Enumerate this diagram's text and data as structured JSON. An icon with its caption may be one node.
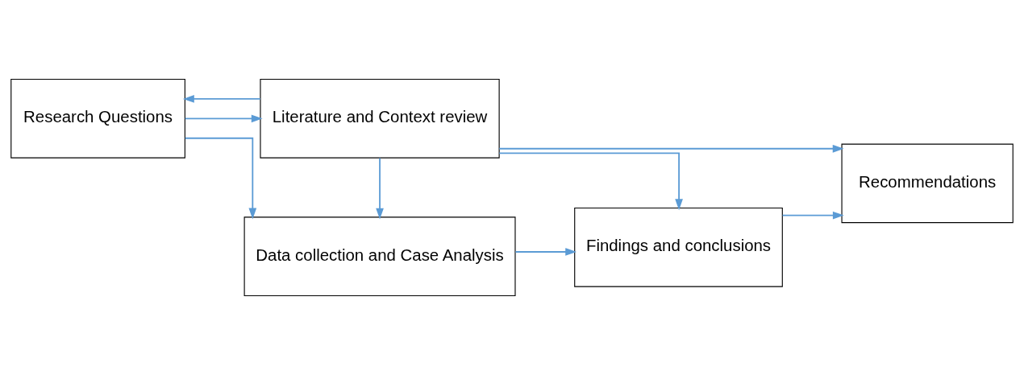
{
  "diagram": {
    "nodes": [
      {
        "text": [
          "Research Questions"
        ]
      },
      {
        "text": [
          "Data collection and Case Analysis"
        ]
      },
      {
        "text": [
          "Findings and conclusions"
        ]
      },
      {
        "text": [
          "Recommendations"
        ]
      },
      {
        "text": [
          "Literature and Context review"
        ]
      }
    ],
    "edges": [
      {
        "from": 0,
        "to": 1,
        "arrow": "to"
      },
      {
        "from": 1,
        "to": 2,
        "arrow": "to"
      },
      {
        "from": 2,
        "to": 3,
        "arrow": "to"
      },
      {
        "from": 4,
        "to": 1,
        "arrow": "to"
      },
      {
        "from": 4,
        "to": 0,
        "arrow": "to"
      },
      {
        "from": 0,
        "to": 4,
        "arrow": "to"
      },
      {
        "from": 4,
        "to": 2,
        "arrow": "to"
      },
      {
        "from": 4,
        "to": 3,
        "arrow": "to"
      }
    ]
  }
}
